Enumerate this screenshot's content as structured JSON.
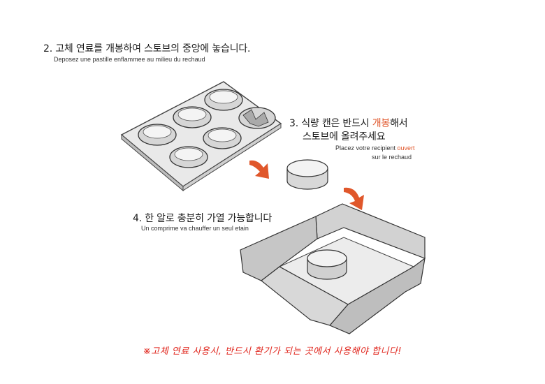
{
  "step2": {
    "title": "2. 고체 연료를 개봉하여 스토브의 중앙에 놓습니다.",
    "subtitle": "Deposez une pastille enflammee au milieu du rechaud"
  },
  "step3": {
    "title_line1_pre": "3. 식량 캔은 반드시 ",
    "title_line1_accent": "개봉",
    "title_line1_post": "해서",
    "title_line2": "스토브에 올려주세요",
    "sub_line1_pre": "Placez votre recipient ",
    "sub_line1_accent": "ouvert",
    "sub_line2": "sur le rechaud"
  },
  "step4": {
    "title": "4. 한 알로 충분히 가열 가능합니다",
    "subtitle": "Un comprime va chauffer un seul etain"
  },
  "warning": "※고체 연료 사용시, 반드시 환기가 되는 곳에서 사용해야 합니다!",
  "colors": {
    "accent": "#e0572b",
    "warning": "#e0241b"
  }
}
